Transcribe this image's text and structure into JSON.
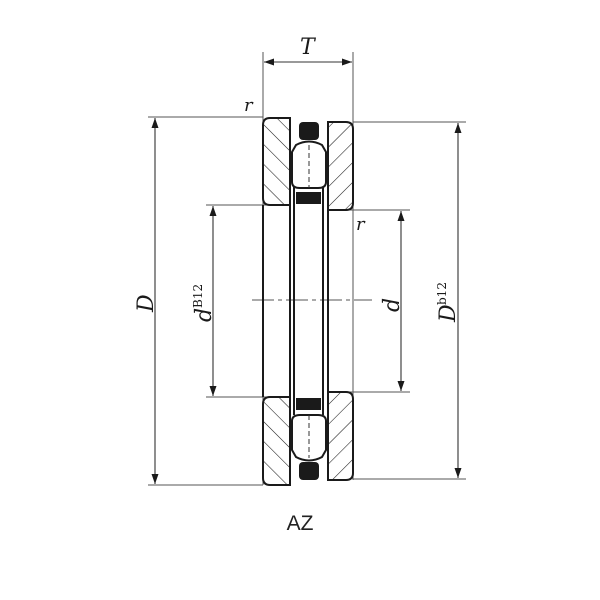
{
  "title": "AZ",
  "colors": {
    "line": "#1a1a1a",
    "dim": "#444444",
    "fill_dark": "#1a1a1a",
    "background": "#ffffff"
  },
  "dimensions": {
    "T": {
      "label": "T"
    },
    "D": {
      "label": "D"
    },
    "d_B12": {
      "label": "d",
      "superscript": "B12"
    },
    "d": {
      "label": "d"
    },
    "D_b12": {
      "label": "D",
      "superscript": "b12"
    },
    "r_top_left": {
      "label": "r"
    },
    "r_right": {
      "label": "r"
    }
  }
}
